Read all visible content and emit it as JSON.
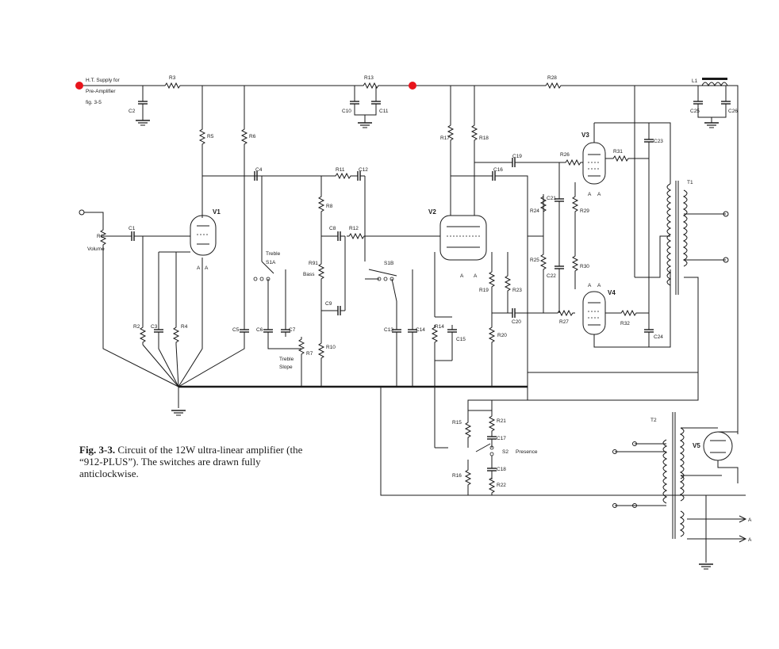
{
  "caption": {
    "figure": "Fig. 3-3.",
    "text": "Circuit of the 12W ultra-linear amplifier (the “912-PLUS”). The switches are drawn fully anticlockwise."
  },
  "supply_note": [
    "H.T. Supply for",
    "Pre-Amplifier",
    "fig. 3-5"
  ],
  "markers": {
    "color": "#e8141c"
  },
  "tubes": [
    "V1",
    "V2",
    "V3",
    "V4",
    "V5"
  ],
  "transformers": [
    "T1",
    "T2",
    "L1"
  ],
  "switches": [
    "S1A",
    "S1B",
    "S2"
  ],
  "control_labels": {
    "volume": "Volume",
    "treble": "Treble",
    "bass": "Bass",
    "treble_slope": [
      "Treble",
      "Slope"
    ],
    "presence": "Presence"
  },
  "resistors": [
    "R1",
    "R2",
    "R3",
    "R4",
    "R5",
    "R6",
    "R7",
    "R8",
    "R91",
    "R10",
    "R11",
    "R12",
    "R13",
    "R14",
    "R15",
    "R16",
    "R17",
    "R18",
    "R19",
    "R20",
    "R21",
    "R22",
    "R23",
    "R24",
    "R25",
    "R26",
    "R27",
    "R28",
    "R29",
    "R30",
    "R31",
    "R32"
  ],
  "capacitors": [
    "C1",
    "C2",
    "C3",
    "C4",
    "C5",
    "C6",
    "C7",
    "C8",
    "C9",
    "C10",
    "C11",
    "C12",
    "C13",
    "C14",
    "C15",
    "C16",
    "C17",
    "C18",
    "C19",
    "C20",
    "C21",
    "C22",
    "C23",
    "C24",
    "C25",
    "C26"
  ],
  "pin_labels": {
    "anode": "A"
  }
}
